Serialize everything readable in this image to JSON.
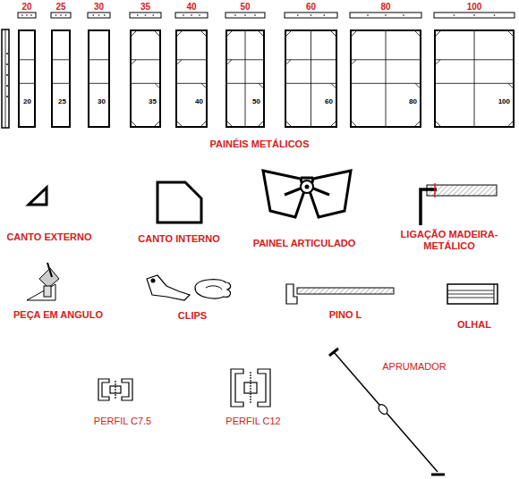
{
  "diagram": {
    "nodes": [
      {
        "text": [
          "20",
          "20"
        ]
      },
      {
        "text": [
          "25",
          "25"
        ]
      },
      {
        "text": [
          "30",
          "30"
        ]
      },
      {
        "text": [
          "35",
          "35"
        ]
      },
      {
        "text": [
          "40",
          "40"
        ]
      },
      {
        "text": [
          "50",
          "50"
        ]
      },
      {
        "text": [
          "60",
          "60"
        ]
      },
      {
        "text": [
          "80",
          "80"
        ]
      },
      {
        "text": [
          "100",
          "100"
        ]
      }
    ],
    "labels": [
      "PAINÉIS METÁLICOS",
      "CANTO EXTERNO",
      "CANTO INTERNO",
      "PAINEL ARTICULADO",
      "LIGAÇÃO MADEIRA-METÁLICO",
      "PEÇA EM ANGULO",
      "CLIPS",
      "PINO L",
      "OLHAL",
      "APRUMADOR",
      "PERFIL C7.5",
      "PERFIL C12"
    ]
  }
}
